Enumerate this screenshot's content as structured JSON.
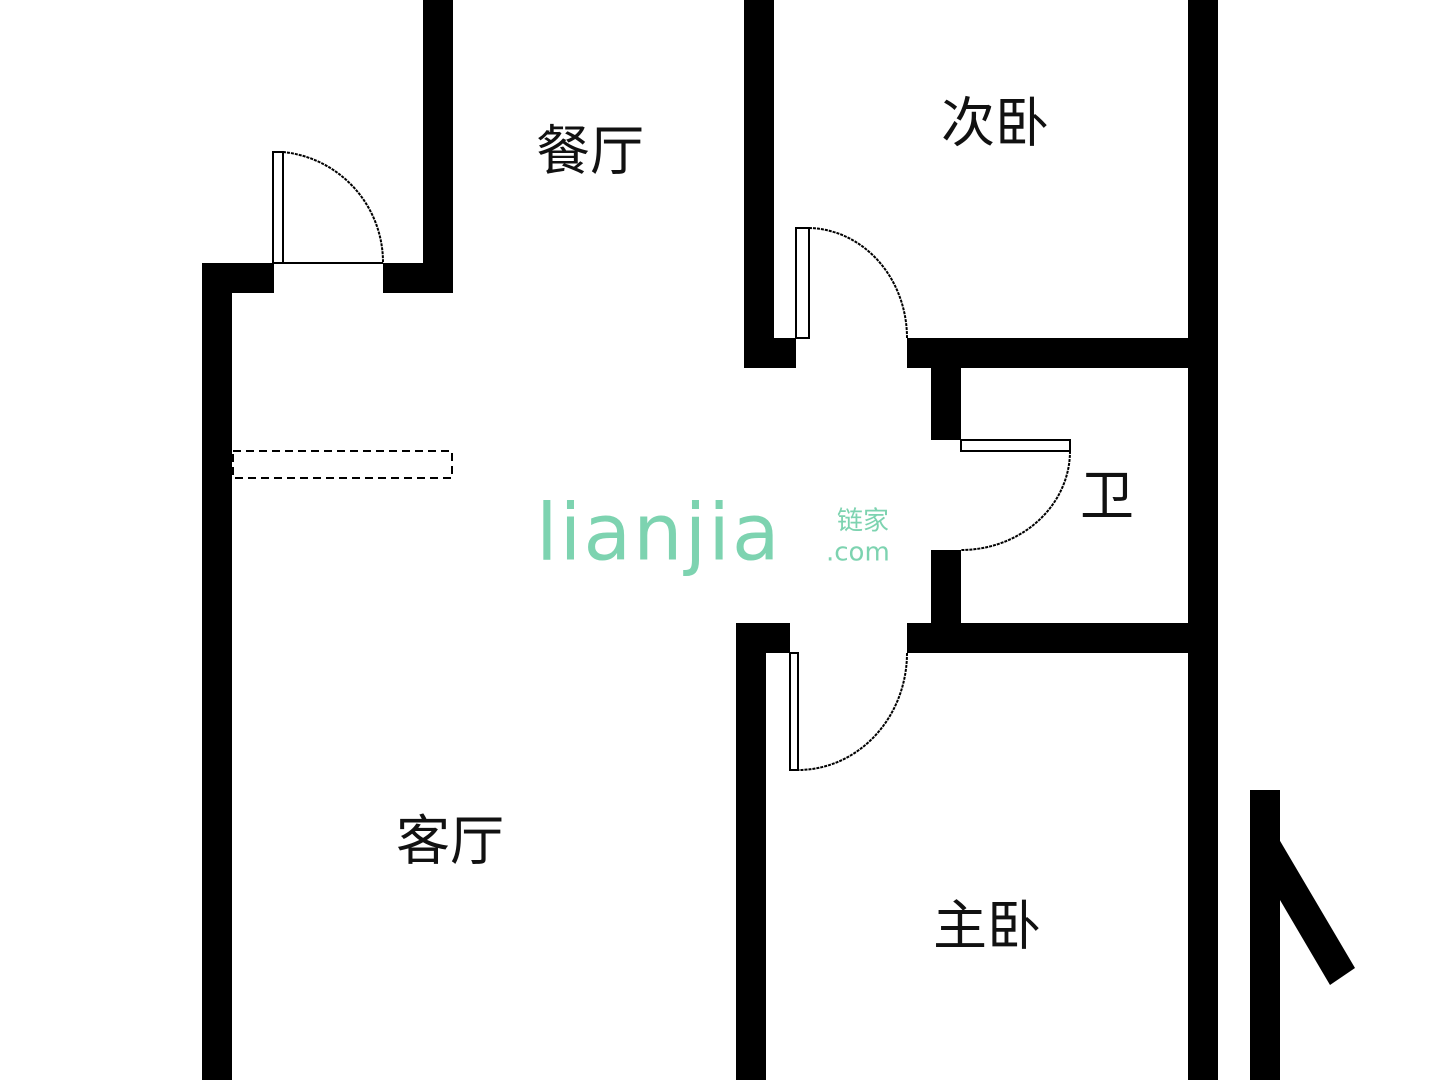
{
  "rooms": {
    "dining": "餐厅",
    "second_bedroom": "次卧",
    "bathroom": "卫",
    "living": "客厅",
    "master_bedroom": "主卧"
  },
  "watermark": {
    "brand": "Lianjia",
    "cn": "链家",
    "domain": ".com",
    "color": "#7dd3b0"
  }
}
